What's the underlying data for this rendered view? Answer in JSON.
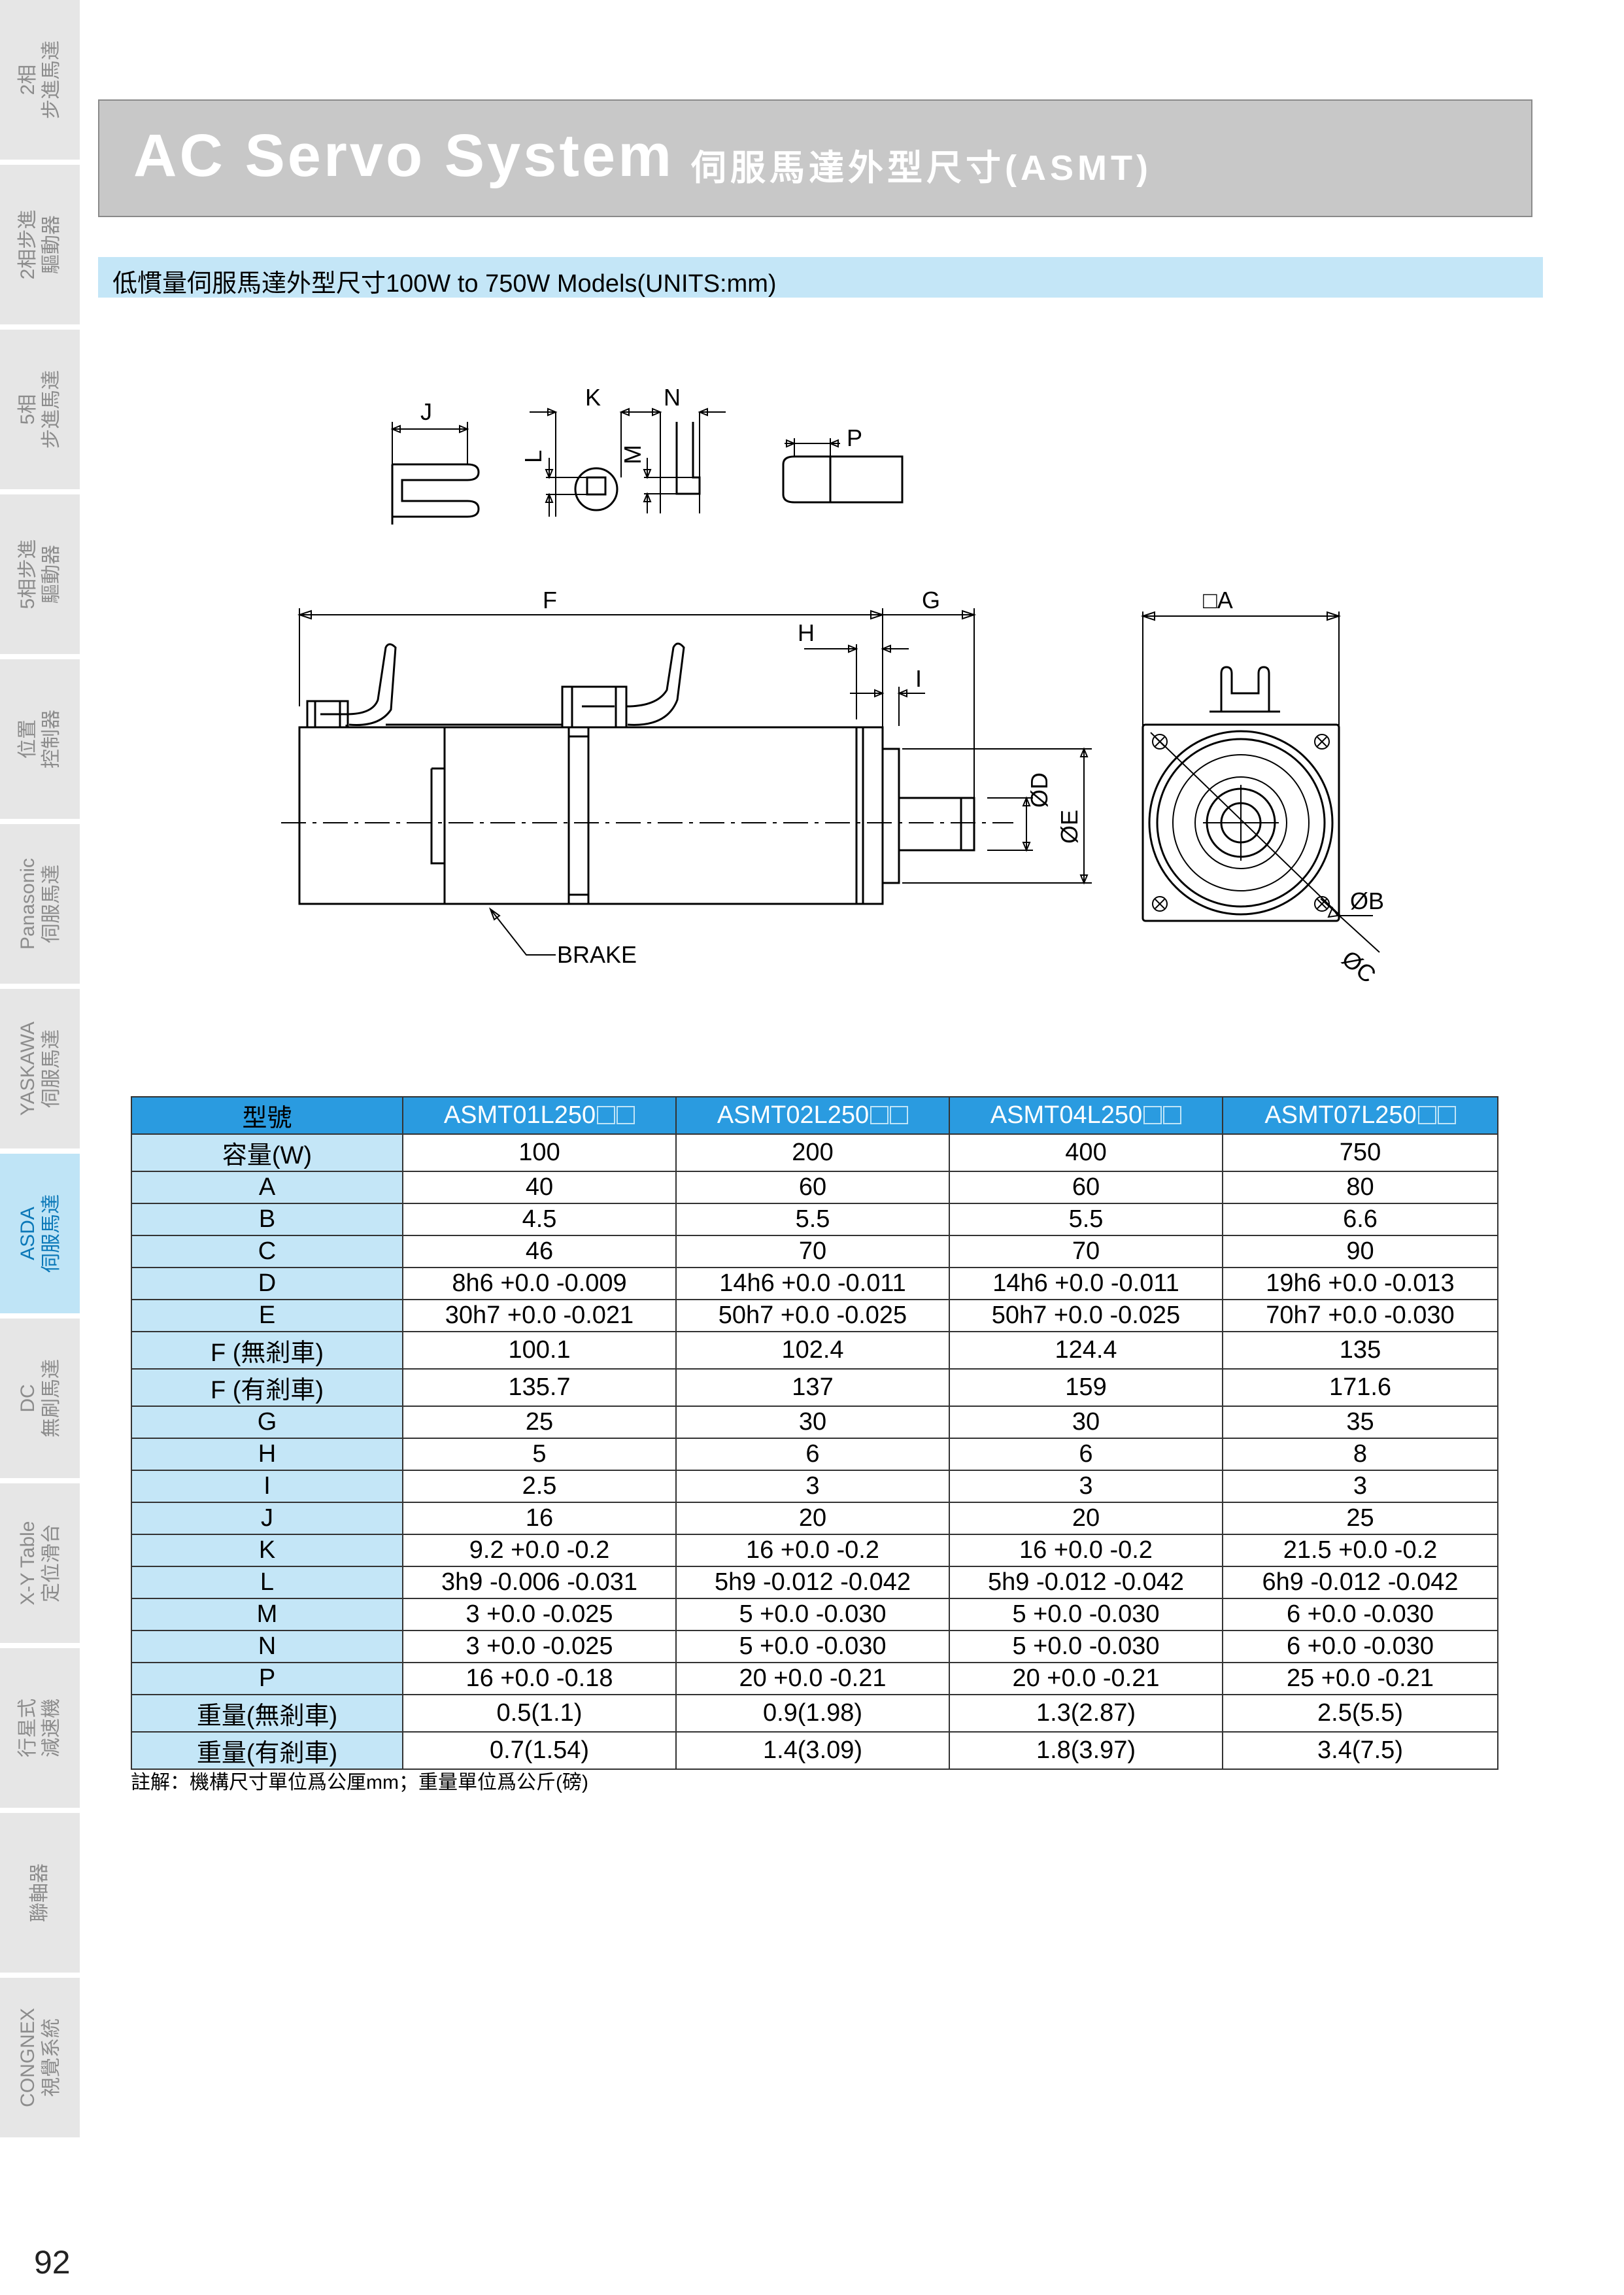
{
  "sidebar": {
    "tabs": [
      {
        "line1": "2相",
        "line2": "步進馬達",
        "active": false
      },
      {
        "line1": "2相步進",
        "line2": "驅動器",
        "active": false
      },
      {
        "line1": "5相",
        "line2": "步進馬達",
        "active": false
      },
      {
        "line1": "5相步進",
        "line2": "驅動器",
        "active": false
      },
      {
        "line1": "位置",
        "line2": "控制器",
        "active": false
      },
      {
        "line1": "Panasonic",
        "line2": "伺服馬達",
        "active": false
      },
      {
        "line1": "YASKAWA",
        "line2": "伺服馬達",
        "active": false
      },
      {
        "line1": "ASDA",
        "line2": "伺服馬達",
        "active": true
      },
      {
        "line1": "DC",
        "line2": "無刷馬達",
        "active": false
      },
      {
        "line1": "X-Y Table",
        "line2": "定位滑台",
        "active": false
      },
      {
        "line1": "行星式",
        "line2": "減速機",
        "active": false
      },
      {
        "line1": "",
        "line2": "聯軸器",
        "active": false
      },
      {
        "line1": "CONGNEX",
        "line2": "視覺系統",
        "active": false
      }
    ],
    "page_number": "92"
  },
  "header": {
    "title": "AC Servo System",
    "subtitle": "伺服馬達外型尺寸(ASMT)"
  },
  "section": {
    "title": "低慣量伺服馬達外型尺寸100W to 750W Models(UNITS:mm)"
  },
  "drawing": {
    "labels": {
      "J": "J",
      "K": "K",
      "N": "N",
      "L": "L",
      "M": "M",
      "P": "P",
      "F": "F",
      "G": "G",
      "H": "H",
      "I": "I",
      "D": "ØD",
      "E": "ØE",
      "A": "□A",
      "B": "ØB",
      "C": "ØC",
      "brake": "BRAKE"
    }
  },
  "table": {
    "corner": "型號",
    "models": [
      "ASMT01L250",
      "ASMT02L250",
      "ASMT04L250",
      "ASMT07L250"
    ],
    "rows": [
      {
        "label": "容量(W)",
        "values": [
          "100",
          "200",
          "400",
          "750"
        ]
      },
      {
        "label": "A",
        "values": [
          "40",
          "60",
          "60",
          "80"
        ]
      },
      {
        "label": "B",
        "values": [
          "4.5",
          "5.5",
          "5.5",
          "6.6"
        ]
      },
      {
        "label": "C",
        "values": [
          "46",
          "70",
          "70",
          "90"
        ]
      },
      {
        "label": "D",
        "values": [
          "8h6  +0.0  -0.009",
          "14h6 +0.0 -0.011",
          "14h6 +0.0 -0.011",
          "19h6 +0.0 -0.013"
        ]
      },
      {
        "label": "E",
        "values": [
          "30h7  +0.0  -0.021",
          "50h7 +0.0 -0.025",
          "50h7 +0.0 -0.025",
          "70h7 +0.0 -0.030"
        ]
      },
      {
        "label": "F (無剎車)",
        "values": [
          "100.1",
          "102.4",
          "124.4",
          "135"
        ]
      },
      {
        "label": "F (有剎車)",
        "values": [
          "135.7",
          "137",
          "159",
          "171.6"
        ]
      },
      {
        "label": "G",
        "values": [
          "25",
          "30",
          "30",
          "35"
        ]
      },
      {
        "label": "H",
        "values": [
          "5",
          "6",
          "6",
          "8"
        ]
      },
      {
        "label": "I",
        "values": [
          "2.5",
          "3",
          "3",
          "3"
        ]
      },
      {
        "label": "J",
        "values": [
          "16",
          "20",
          "20",
          "25"
        ]
      },
      {
        "label": "K",
        "values": [
          "9.2  +0.0  -0.2",
          "16  +0.0  -0.2",
          "16 +0.0 -0.2",
          "21.5 +0.0 -0.2"
        ]
      },
      {
        "label": "L",
        "values": [
          "3h9 -0.006 -0.031",
          "5h9 -0.012 -0.042",
          "5h9 -0.012 -0.042",
          "6h9 -0.012 -0.042"
        ]
      },
      {
        "label": "M",
        "values": [
          "3 +0.0 -0.025",
          "5 +0.0 -0.030",
          "5 +0.0 -0.030",
          "6 +0.0 -0.030"
        ]
      },
      {
        "label": "N",
        "values": [
          "3 +0.0 -0.025",
          "5 +0.0 -0.030",
          "5 +0.0 -0.030",
          "6 +0.0 -0.030"
        ]
      },
      {
        "label": "P",
        "values": [
          "16 +0.0 -0.18",
          "20 +0.0 -0.21",
          "20 +0.0 -0.21",
          "25 +0.0 -0.21"
        ]
      },
      {
        "label": "重量(無剎車)",
        "values": [
          "0.5(1.1)",
          "0.9(1.98)",
          "1.3(2.87)",
          "2.5(5.5)"
        ]
      },
      {
        "label": "重量(有剎車)",
        "values": [
          "0.7(1.54)",
          "1.4(3.09)",
          "1.8(3.97)",
          "3.4(7.5)"
        ]
      }
    ]
  },
  "note": "註解：機構尺寸單位爲公厘mm；重量單位爲公斤(磅)",
  "colors": {
    "header_bg": "#c8c8c8",
    "section_bg": "#c4e6f7",
    "table_head": "#2a9be0",
    "table_label": "#c4e6f7",
    "tab_bg": "#e6e6e6",
    "tab_active": "#bfe4f6"
  }
}
